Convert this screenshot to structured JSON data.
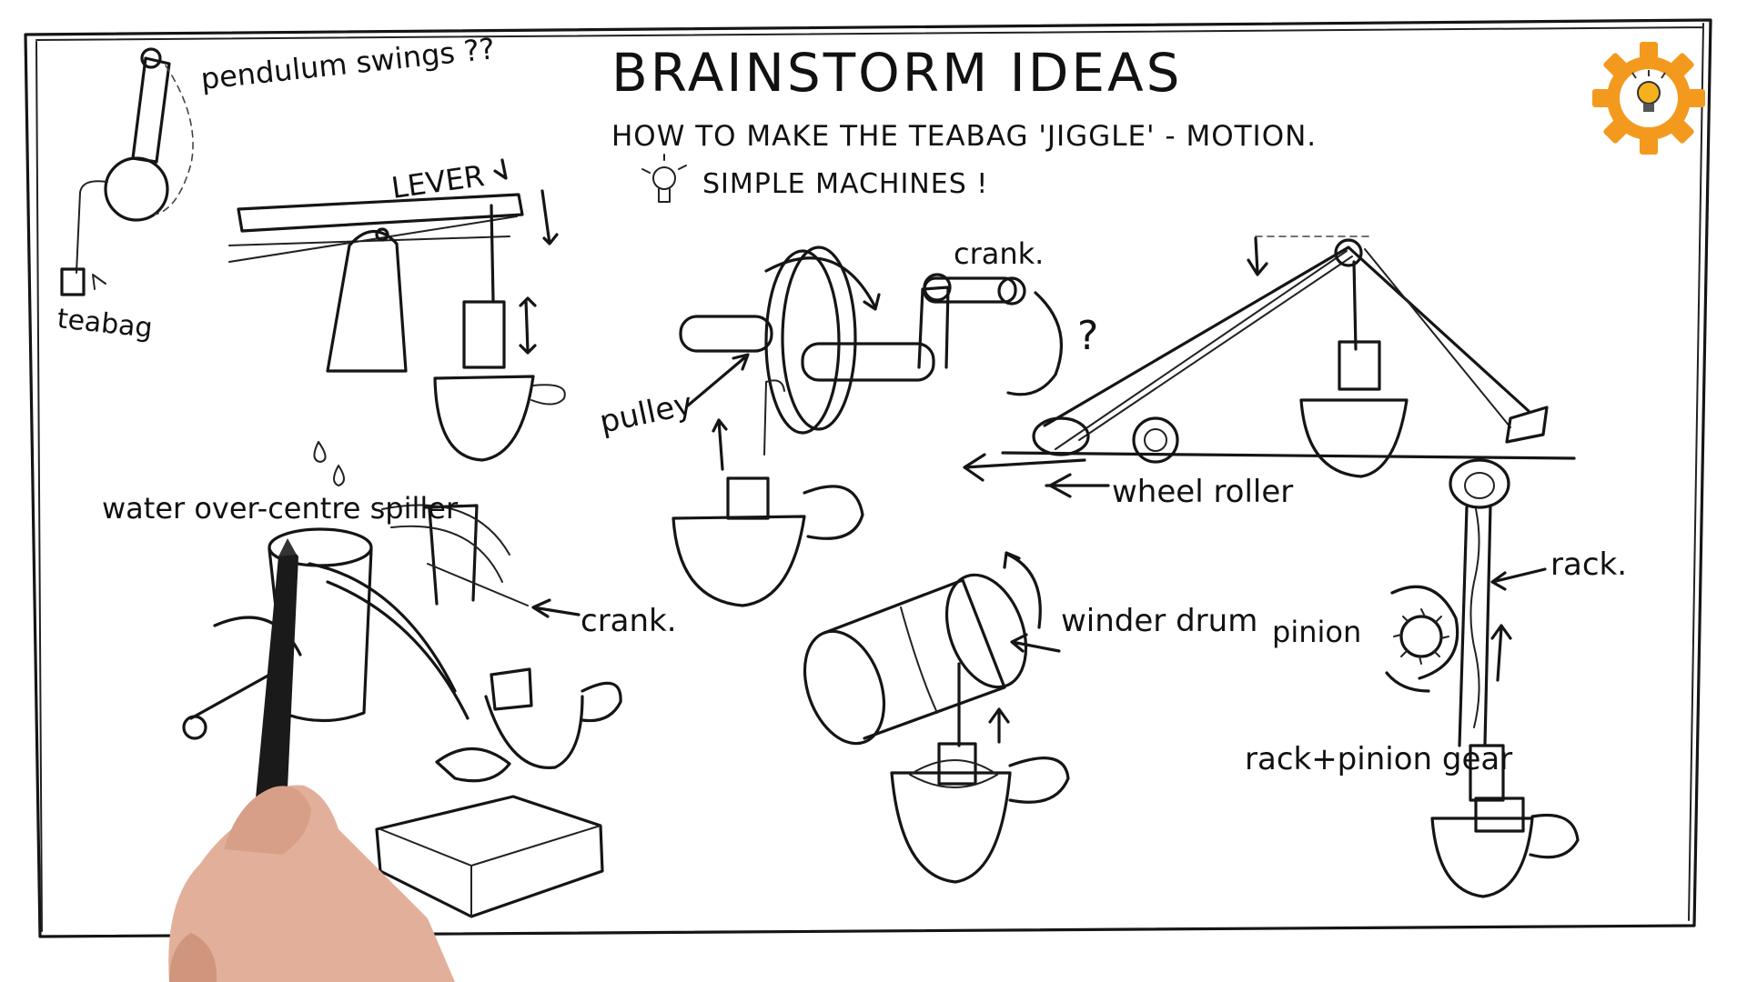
{
  "board": {
    "title": "BRAINSTORM IDEAS",
    "subtitle": "HOW TO MAKE THE TEABAG 'JIGGLE' - MOTION.",
    "subnote": "SIMPLE MACHINES !"
  },
  "labels": {
    "pendulum": "pendulum swings ??",
    "teabag": "teabag",
    "lever": "LEVER",
    "pulley": "pulley",
    "crank_top": "crank.",
    "question": "?",
    "wheel_roller": "wheel roller",
    "water_spiller": "water over-centre spiller",
    "crank_mid": "crank.",
    "winder_drum": "winder drum",
    "rack": "rack.",
    "pinion": "pinion",
    "rack_pinion_gear": "rack+pinion gear"
  },
  "logo": {
    "icon": "gear-lightbulb-icon",
    "color": "#f39a1e"
  }
}
